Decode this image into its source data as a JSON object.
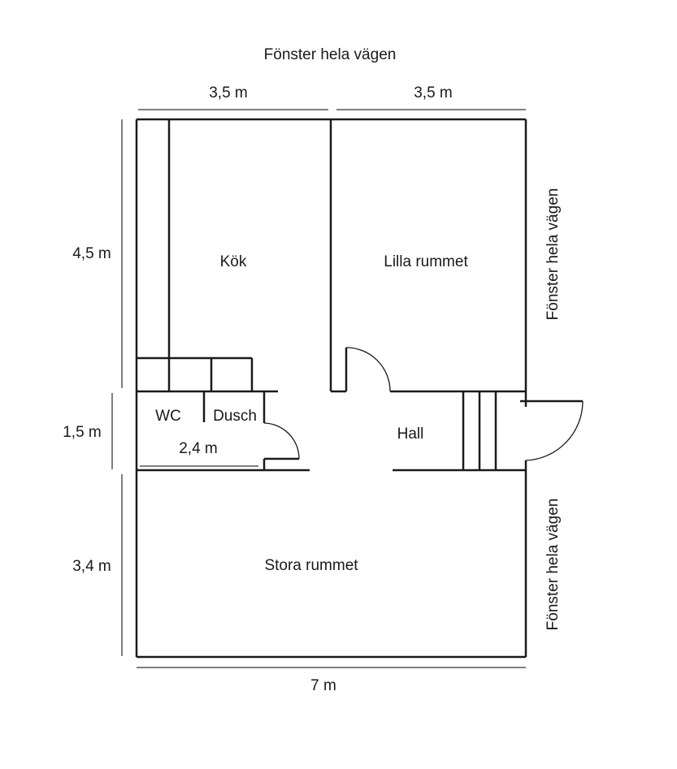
{
  "plan": {
    "window_top": "Fönster hela vägen",
    "window_right_upper": "Fönster hela vägen",
    "window_right_lower": "Fönster hela vägen",
    "dim_top_left": "3,5 m",
    "dim_top_right": "3,5 m",
    "dim_left_upper": "4,5 m",
    "dim_left_middle": "1,5 m",
    "dim_left_lower": "3,4 m",
    "dim_bottom": "7 m",
    "dim_bathroom": "2,4 m"
  },
  "rooms": {
    "kitchen": "Kök",
    "small_room": "Lilla rummet",
    "wc": "WC",
    "shower": "Dusch",
    "hall": "Hall",
    "large_room": "Stora rummet"
  },
  "colors": {
    "wall": "#1a1a1a",
    "dimension_line": "#555555",
    "background": "#ffffff"
  }
}
